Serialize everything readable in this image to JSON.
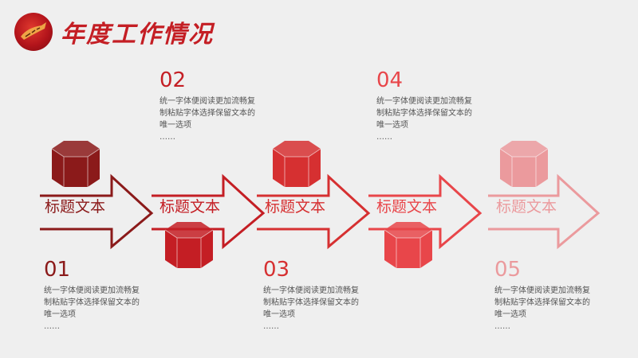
{
  "header": {
    "title": "年度工作情况",
    "logo_icon": "tiger-emblem-icon"
  },
  "colors": [
    "#8b1a1a",
    "#c41e24",
    "#d63031",
    "#e8464a",
    "#eb9a9d"
  ],
  "steps": [
    {
      "label": "标题文本",
      "number": "01",
      "desc": "统一字体便阅读更加流畅复制粘贴字体选择保留文本的唯一选项",
      "dots": "……"
    },
    {
      "label": "标题文本",
      "number": "02",
      "desc": "统一字体便阅读更加流畅复制粘贴字体选择保留文本的唯一选项",
      "dots": "……"
    },
    {
      "label": "标题文本",
      "number": "03",
      "desc": "统一字体便阅读更加流畅复制粘贴字体选择保留文本的唯一选项",
      "dots": "……"
    },
    {
      "label": "标题文本",
      "number": "04",
      "desc": "统一字体便阅读更加流畅复制粘贴字体选择保留文本的唯一选项",
      "dots": "……"
    },
    {
      "label": "标题文本",
      "number": "05",
      "desc": "统一字体便阅读更加流畅复制粘贴字体选择保留文本的唯一选项",
      "dots": "……"
    }
  ]
}
